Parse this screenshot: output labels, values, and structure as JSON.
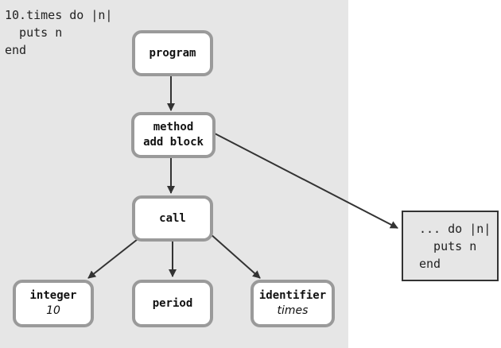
{
  "code": [
    "10.times do |n|",
    "  puts n",
    "end"
  ],
  "nodes": {
    "program": {
      "label": "program"
    },
    "method": {
      "label": "method",
      "sub": "add block"
    },
    "call": {
      "label": "call"
    },
    "integer": {
      "label": "integer",
      "value": "10"
    },
    "period": {
      "label": "period"
    },
    "identifier": {
      "label": "identifier",
      "value": "times"
    }
  },
  "result": [
    "... do |n|",
    "  puts n",
    "end"
  ],
  "colors": {
    "panel": "#e6e6e6",
    "node_border": "#9a9a9a",
    "edge": "#333333"
  }
}
